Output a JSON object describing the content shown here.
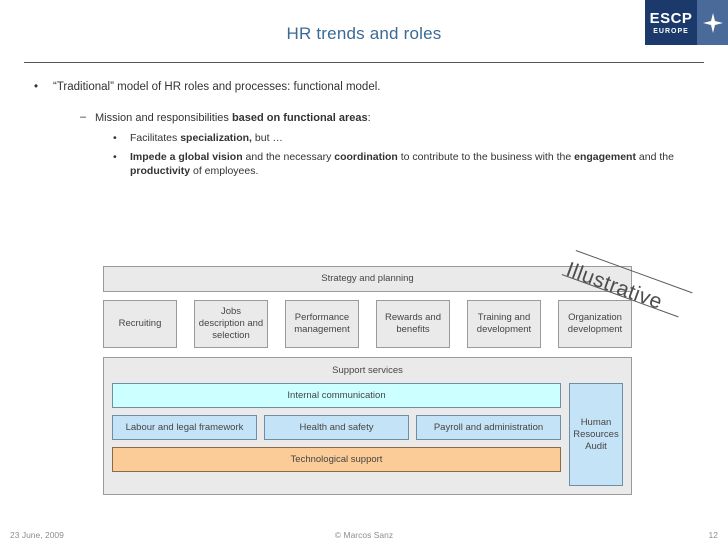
{
  "logo": {
    "name": "ESCP",
    "subtitle": "EUROPE",
    "icon": "star-icon",
    "dark_color": "#1b3a6b",
    "light_color": "#4a6b9a"
  },
  "title": "HR trends and roles",
  "title_color": "#3b6a96",
  "bullets": {
    "level1": {
      "marker": "•",
      "text": "“Traditional” model of HR roles and processes: functional model."
    },
    "level2": {
      "marker": "–",
      "text_plain": "Mission and responsibilities ",
      "text_bold": "based on functional areas",
      "text_tail": ":"
    },
    "level3": [
      {
        "marker": "•",
        "segments": [
          {
            "text": "Facilitates ",
            "bold": false
          },
          {
            "text": "specialization,",
            "bold": true
          },
          {
            "text": " but …",
            "bold": false
          }
        ]
      },
      {
        "marker": "•",
        "segments": [
          {
            "text": "Impede a global vision",
            "bold": true
          },
          {
            "text": " and the necessary ",
            "bold": false
          },
          {
            "text": "coordination",
            "bold": true
          },
          {
            "text": " to contribute to the business with the ",
            "bold": false
          },
          {
            "text": "engagement",
            "bold": true
          },
          {
            "text": " and the ",
            "bold": false
          },
          {
            "text": "productivity",
            "bold": true
          },
          {
            "text": " of employees.",
            "bold": false
          }
        ]
      }
    ]
  },
  "diagram": {
    "strategy_bar": "Strategy and planning",
    "functional_boxes": [
      "Recruiting",
      "Jobs description and selection",
      "Performance management",
      "Rewards and benefits",
      "Training and development",
      "Organization development"
    ],
    "support_title": "Support services",
    "internal_communication": "Internal communication",
    "middle_boxes": [
      "Labour and legal framework",
      "Health and safety",
      "Payroll and administration"
    ],
    "technological_support": "Technological support",
    "audit_box": "Human Resources Audit",
    "colors": {
      "grey_box": "#eaeaea",
      "grey_border": "#9a9a9a",
      "cyan": "#ccffff",
      "blue": "#c5e3f7",
      "orange": "#fbcb98"
    }
  },
  "watermark": {
    "text": "Illustrative"
  },
  "footer": {
    "date": "23 June, 2009",
    "copyright": "© Marcos Sanz",
    "page": "12"
  }
}
